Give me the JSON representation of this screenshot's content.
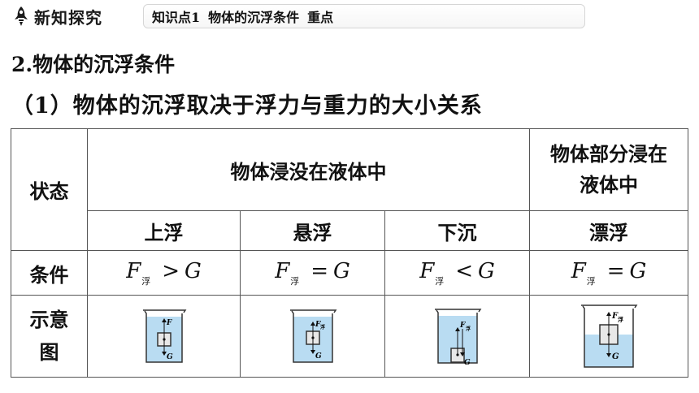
{
  "header": {
    "section": "新知探究",
    "kp_tag": "知识点1",
    "kp_title": "物体的沉浮条件",
    "kp_level": "重点"
  },
  "title": "2.物体的沉浮条件",
  "subtitle": "（1）物体的沉浮取决于浮力与重力的大小关系",
  "table": {
    "state_label": "状态",
    "immersed_label": "物体浸没在液体中",
    "partial_label": "物体部分浸在液体中",
    "states": [
      "上浮",
      "悬浮",
      "下沉",
      "漂浮"
    ],
    "condition_label": "条件",
    "diagram_label": "示意图",
    "conditions": [
      {
        "F": "F",
        "sub": "浮",
        "op": ">",
        "G": "G"
      },
      {
        "F": "F",
        "sub": "浮",
        "op": "=",
        "G": "G"
      },
      {
        "F": "F",
        "sub": "浮",
        "op": "<",
        "G": "G"
      },
      {
        "F": "F",
        "sub": "浮",
        "op": "=",
        "G": "G"
      }
    ],
    "diagram_labels": {
      "F": "F",
      "sub": "浮",
      "G": "G"
    }
  },
  "colors": {
    "water": "#b9dcf2",
    "line": "#333333"
  }
}
